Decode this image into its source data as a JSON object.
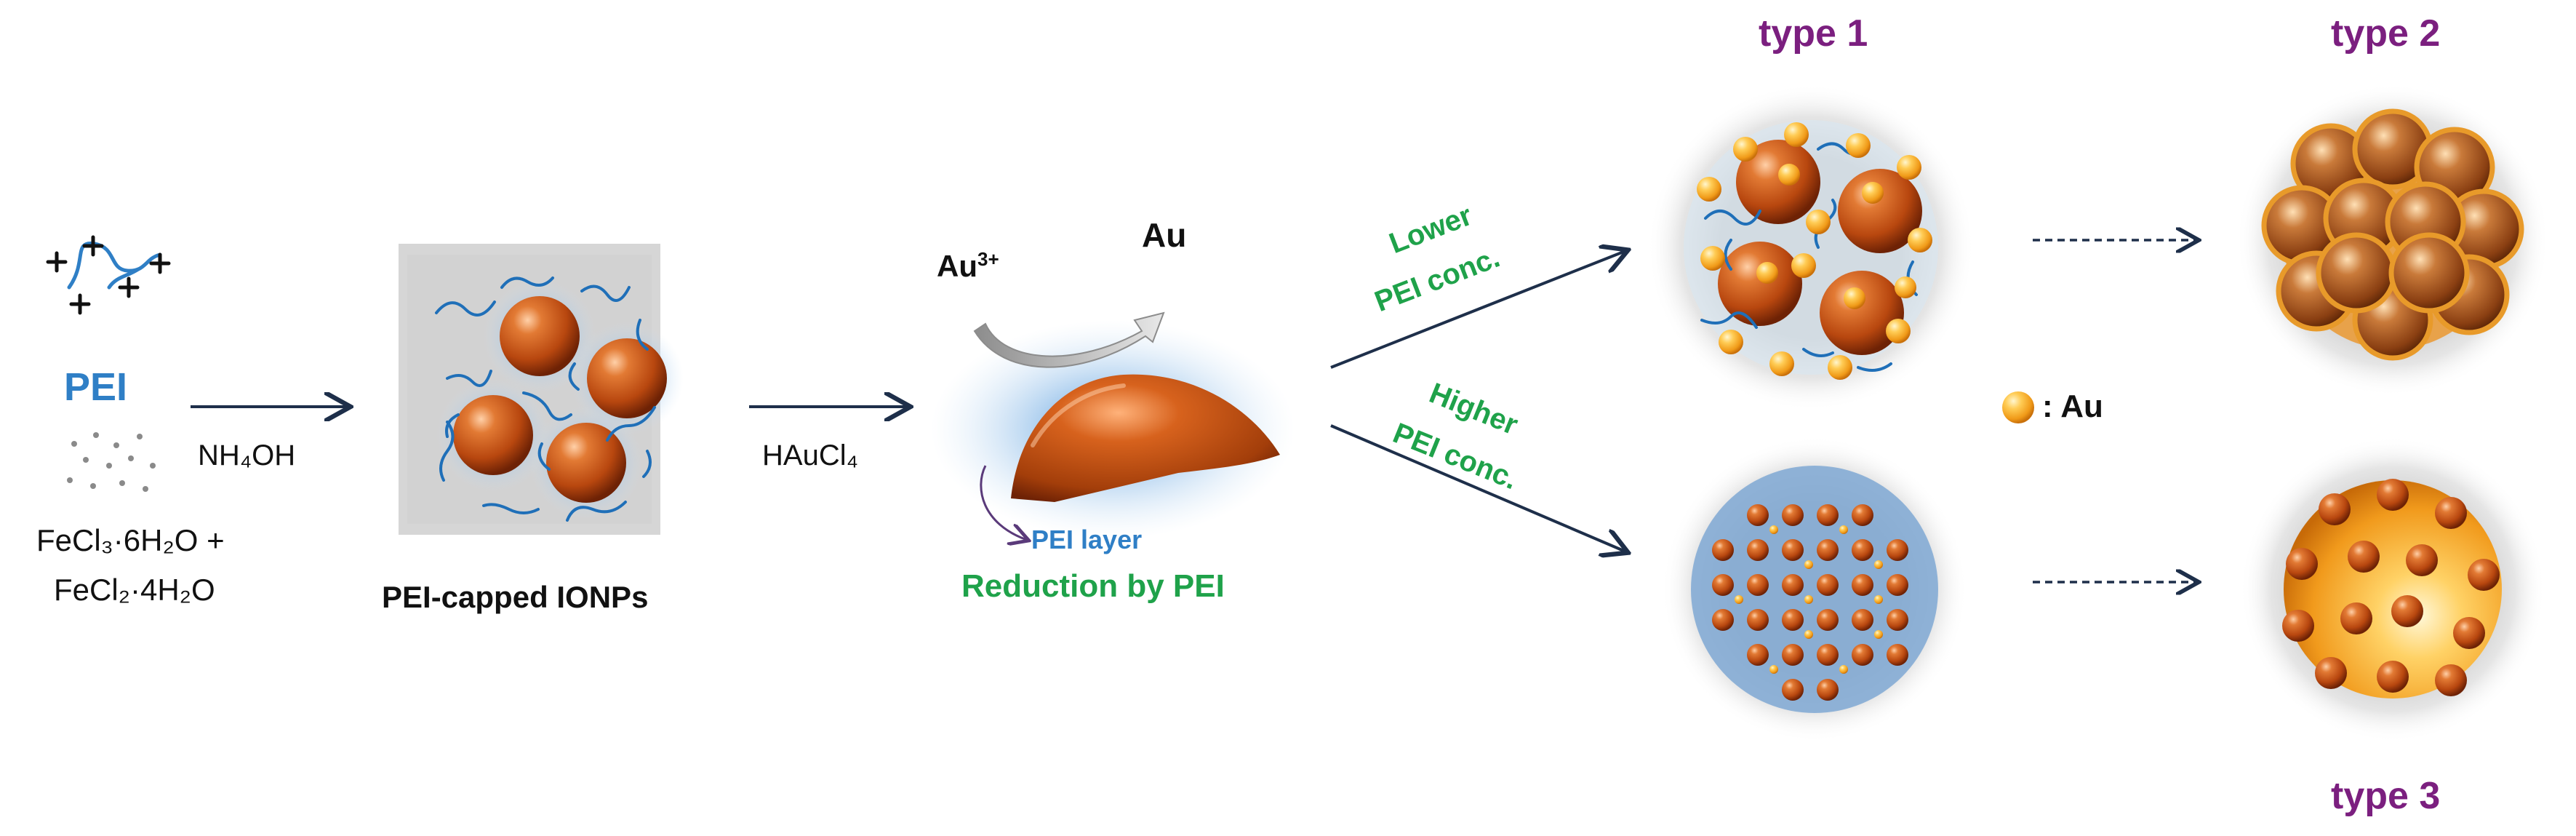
{
  "stage1": {
    "pei_label": "PEI",
    "pei_color": "#2f7fc6",
    "reagent_nh4oh": "NH₄OH",
    "precursor_line1": "FeCl₃·6H₂O +",
    "precursor_line2": "FeCl₂·4H₂O"
  },
  "stage2": {
    "caption": "PEI-capped IONPs",
    "reagent_haucl4": "HAuCl₄"
  },
  "stage3": {
    "au3_base": "Au",
    "au3_charge": "3+",
    "au_label": "Au",
    "pei_layer_label": "PEI layer",
    "reduction_caption": "Reduction by PEI"
  },
  "branches": {
    "lower_line1": "Lower",
    "lower_line2": "PEI conc.",
    "higher_line1": "Higher",
    "higher_line2": "PEI conc."
  },
  "products": {
    "type1": "type 1",
    "type2": "type 2",
    "type3": "type 3",
    "legend_au": ": Au"
  },
  "colors": {
    "title_purple": "#7b1f7f",
    "label_green": "#1fa24a",
    "pei_blue": "#2f7fc6",
    "iron_oxide": "#b8470f",
    "gold": "#f0a020",
    "arrow_navy": "#1e2f4a"
  }
}
